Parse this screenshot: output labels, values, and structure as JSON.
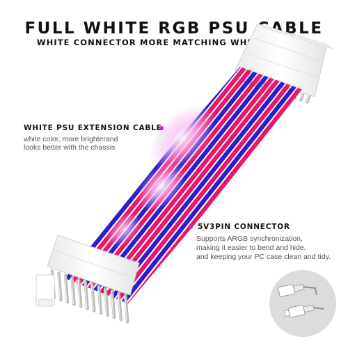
{
  "header": {
    "title": "FULL WHITE RGB PSU CABLE",
    "subtitle": "WHITE CONNECTOR MORE MATCHING WHITE CHASSIS"
  },
  "callouts": [
    {
      "title": "WHITE PSU EXTENSION CABLE",
      "lines": [
        "white color, more brighterand",
        "looks better with the chassis"
      ]
    },
    {
      "title": "5V3PIN CONNECTOR",
      "lines": [
        "Supports ARGB synchronization,",
        "making it easier to bend and hide,",
        "and keeping your PC case clean and tidy."
      ]
    }
  ],
  "colors": {
    "pink_wire": "#e8176a",
    "blue_wire": "#2a1fc9",
    "glow": "#f5a8f2",
    "connector": "#ffffff",
    "dot": "#d81bd2",
    "inset_bg": "#dcdcdc"
  },
  "wire_pattern": [
    "blue",
    "pink",
    "pink",
    "blue",
    "pink",
    "blue",
    "pink",
    "pink",
    "blue",
    "pink",
    "blue",
    "pink"
  ],
  "icons": [
    "dot-icon",
    "argb-3pin-connector-icon"
  ]
}
